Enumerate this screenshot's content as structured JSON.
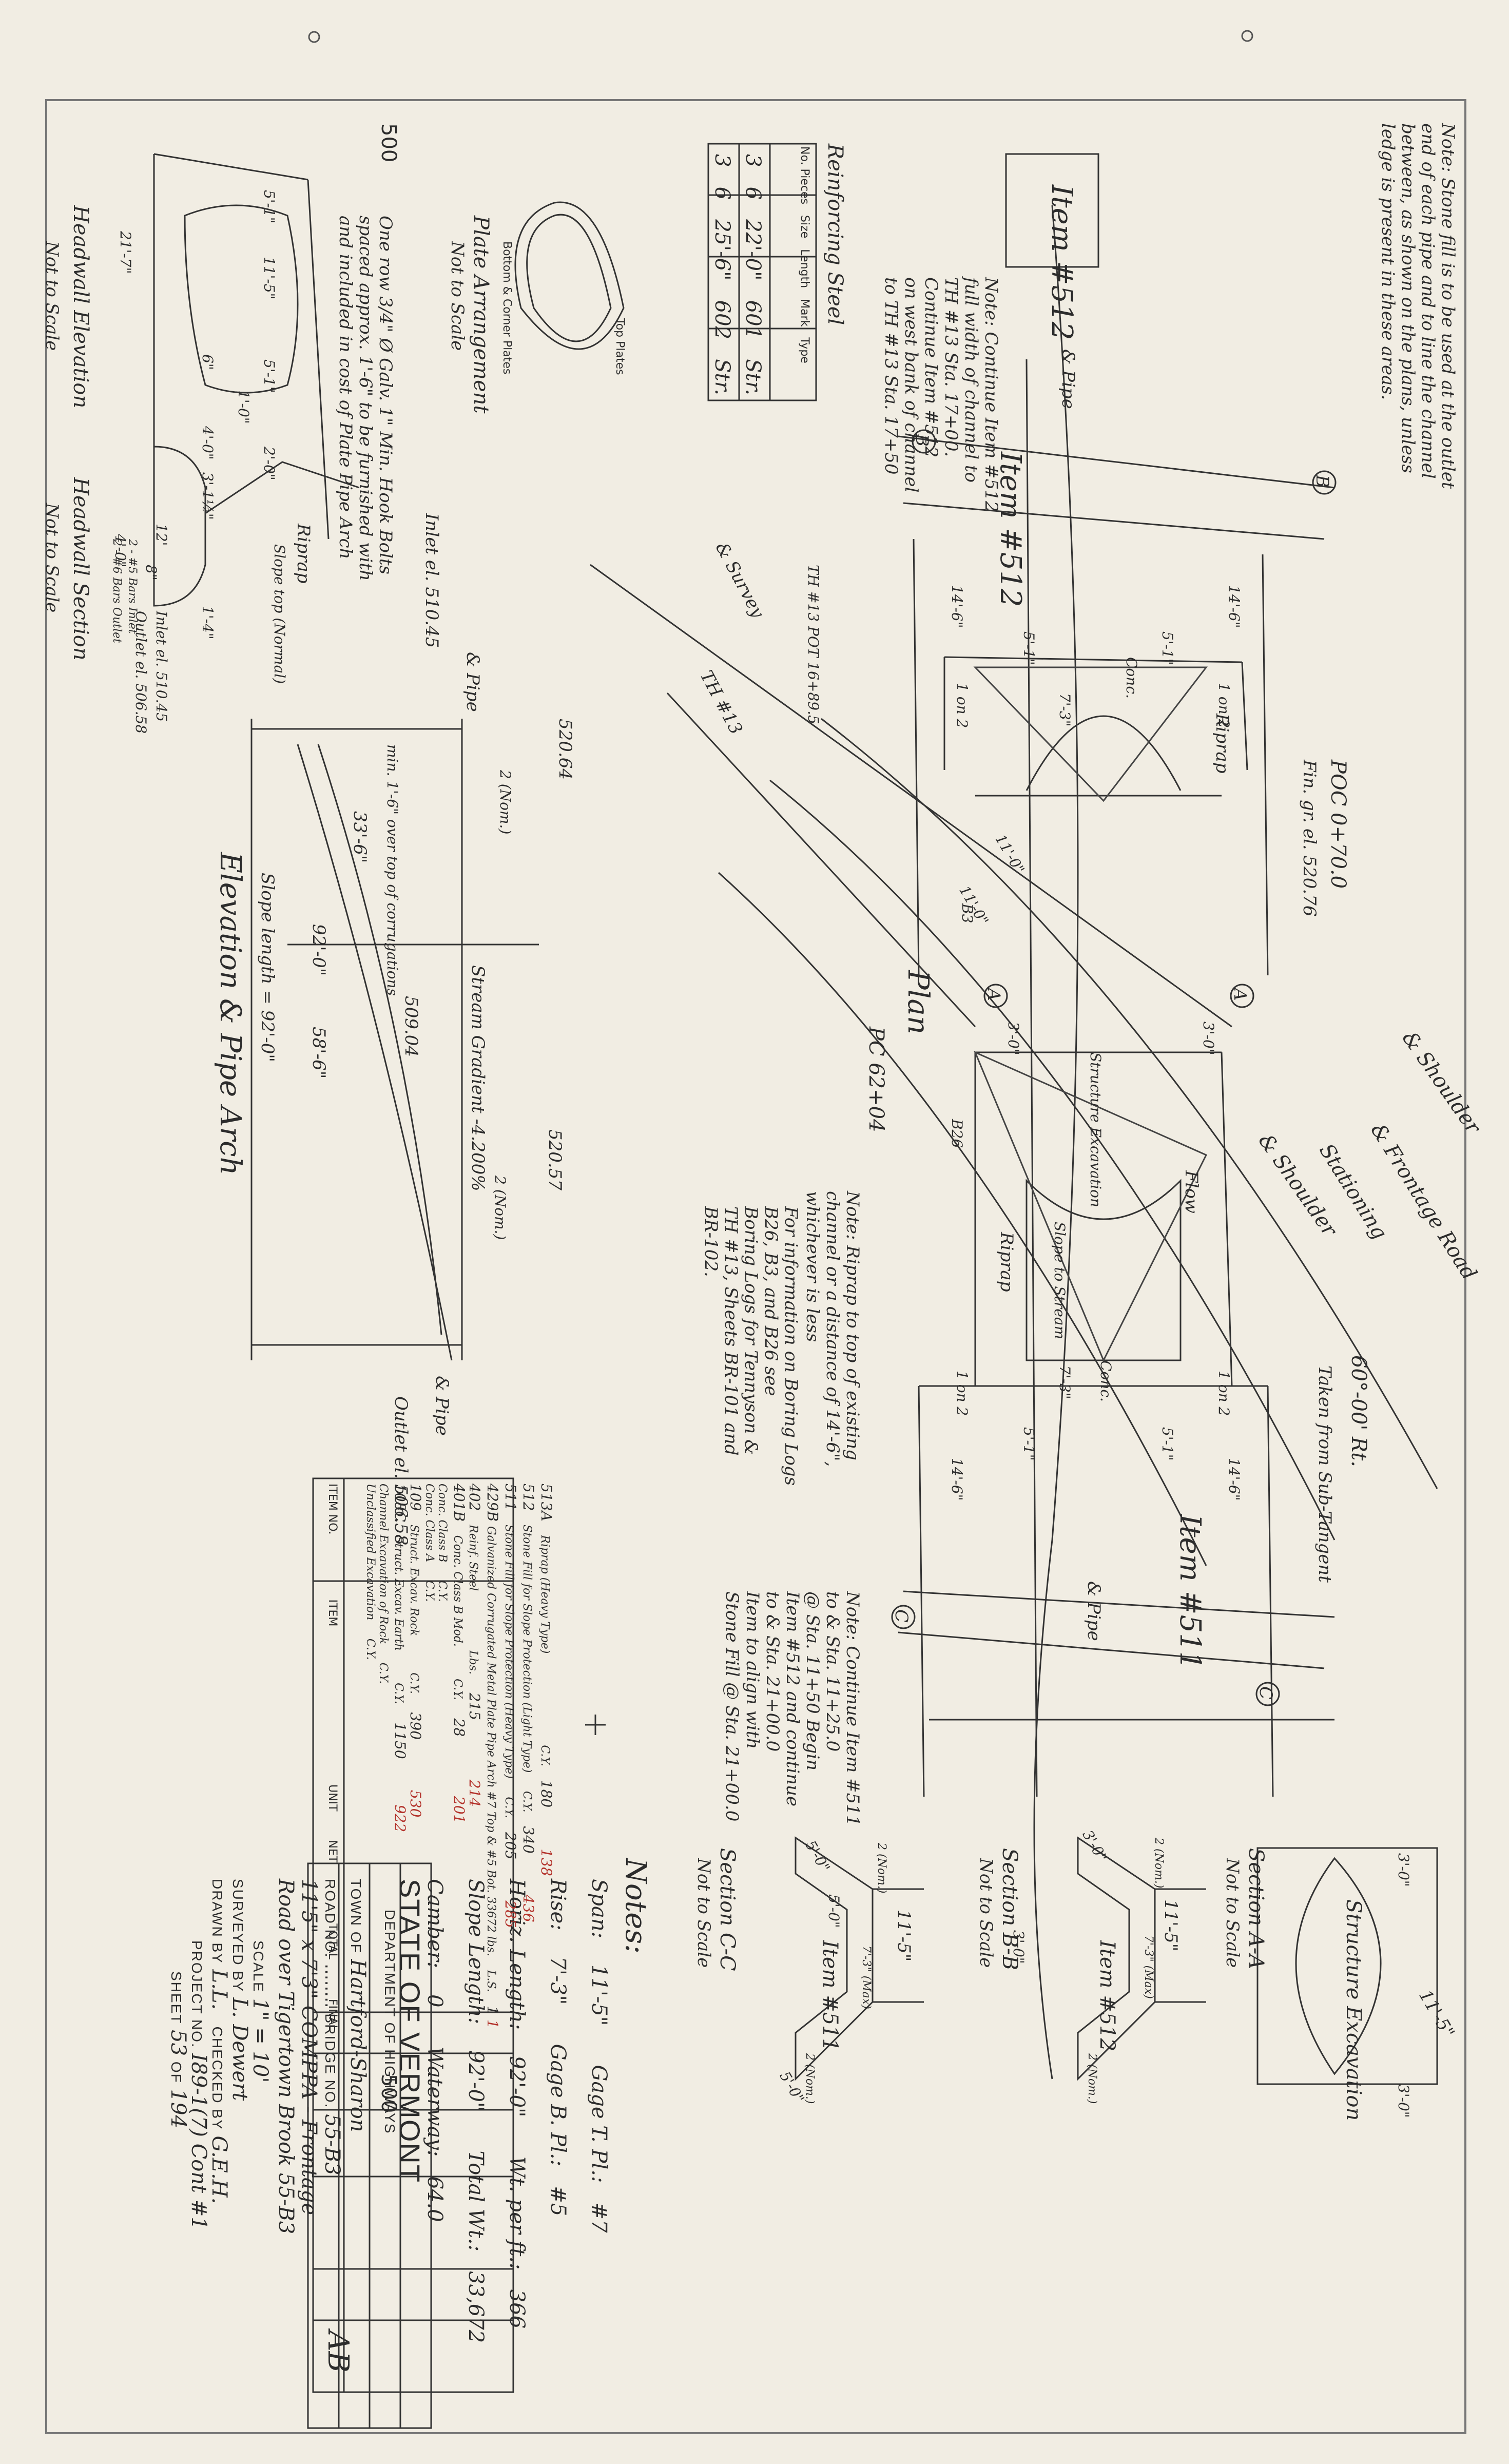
{
  "sheet": {
    "top_note": [
      "Note: Stone fill is to be used at the outlet",
      "end of each pipe and to line the channel",
      "between, as shown on the plans, unless",
      "ledge is present in these areas."
    ],
    "item_box": "Item #512",
    "item_512_note": [
      "Note: Continue Item #512",
      "full width of channel to",
      "TH #13 Sta. 17+00.",
      "Continue Item #512",
      "on west bank of channel",
      "to TH #13 Sta. 17+50"
    ],
    "page_num_left": "500",
    "page_num_right": "500",
    "rebar_table": {
      "title": "Reinforcing Steel",
      "headers": [
        "No. Pieces",
        "Size",
        "Length",
        "Mark",
        "Type"
      ],
      "rows": [
        [
          "3",
          "6",
          "22'-0\"",
          "601",
          "Str."
        ],
        [
          "3",
          "6",
          "25'-6\"",
          "602",
          "Str."
        ]
      ]
    },
    "plate_arrangement": {
      "title": "Plate Arrangement",
      "sub": "Not to Scale",
      "top_label": "Top Plates",
      "bottom_label": "Bottom & Corner Plates"
    },
    "bolts_note": [
      "One row 3/4\" Ø Galv. 1\" Min. Hook Bolts",
      "spaced approx. 1'-6\" to be furnished with",
      "and included in cost of Plate Pipe Arch"
    ],
    "headwall": {
      "elev_title": "Headwall Elevation",
      "elev_sub": "Not to Scale",
      "sect_title": "Headwall Section",
      "sect_sub": "Not to Scale",
      "dims": [
        "5'-1\"",
        "11'-5\"",
        "5'-1\"",
        "6\"",
        "1'-0\"",
        "21'-7\"",
        "4'-0\"",
        "3'-1½\"",
        "2'-0\"",
        "12'",
        "8\"",
        "4'-0\"",
        "1'-4\""
      ],
      "labels": [
        "Riprap",
        "Slope top (Normal)",
        "Inlet el. 510.45",
        "Outlet el. 506.58",
        "2 - #5 Bars Inlet",
        "2 - #6 Bars Outlet"
      ]
    },
    "elevation": {
      "title": "Elevation & Pipe Arch",
      "labels": [
        "Inlet el. 510.45",
        "& Pipe",
        "520.64",
        "2 (Nom.)",
        "min. 1'-6\" over top of corrugations",
        "33'-6\"",
        "92'-0\"",
        "Slope length = 92'-0\"",
        "509.04",
        "58'-6\"",
        "Stream Gradient -4.200%",
        "520.57",
        "2 (Nom.)",
        "& Pipe",
        "Outlet el. 506.58"
      ]
    },
    "plan": {
      "title": "Plan",
      "labels": [
        "B",
        "B",
        "A",
        "A",
        "C",
        "C",
        "Item #512",
        "Item #511",
        "& Pipe",
        "& Pipe",
        "& Survey",
        "TH #13",
        "TH #13 POT 16+89.5",
        "& Shoulder",
        "& Shoulder",
        "& Frontage Road",
        "Stationing",
        "POC 0+70.0",
        "Fin. gr. el. 520.76",
        "PC 62+04",
        "B3",
        "B26",
        "Structure Excavation",
        "Flow",
        "Riprap",
        "Riprap",
        "Slope to Stream",
        "Conc.",
        "Conc.",
        "1 on 2",
        "1 on 2",
        "1 on 2",
        "1 on 2",
        "14'-6\"",
        "14'-6\"",
        "14'-6\"",
        "14'-6\"",
        "5'-1\"",
        "5'-1\"",
        "5'-1\"",
        "5'-1\"",
        "3'-0\"",
        "3'-0\"",
        "7'-3\"",
        "7'-3\"",
        "11'-0\"",
        "11'-0\"",
        "60°-00' Rt.",
        "Taken from Sub-Tangent"
      ],
      "riprap_note": [
        "Note: Riprap to top of existing",
        "channel or a distance of 14'-6\",",
        "whichever is less"
      ],
      "boring_note": [
        "For information on Boring Logs",
        "B26, B3, and B26 see",
        "Boring Logs for Tennyson &",
        "TH #13, Sheets BR-101 and",
        "BR-102."
      ],
      "item_511_note": [
        "Note: Continue Item #511",
        "to & Sta. 11+25.0",
        "@ Sta. 11+50 Begin",
        "Item #512 and continue",
        "to & Sta. 21+00.0",
        "Item to align with",
        "Stone Fill @ Sta. 21+00.0"
      ]
    },
    "notes": {
      "title": "Notes:",
      "rows": [
        [
          "Span:",
          "11'-5\"",
          "Gage T. Pl.:",
          "#7"
        ],
        [
          "Rise:",
          "7'-3\"",
          "Gage B. Pl.:",
          "#5"
        ],
        [
          "Horiz. Length:",
          "92'-0\"",
          "Wt. per ft.:",
          "366"
        ],
        [
          "Slope Length:",
          "92'-0\"",
          "Total Wt.:",
          "33,672"
        ],
        [
          "Camber:",
          "0",
          "Waterway:",
          "64.0"
        ]
      ]
    },
    "sections": {
      "aa": {
        "title": "Section A-A",
        "sub": "Not to Scale",
        "labels": [
          "Structure Excavation",
          "11'-5\"",
          "3'-0\"",
          "3'-0\""
        ]
      },
      "bb": {
        "title": "Section B-B",
        "sub": "Not to Scale",
        "labels": [
          "Item #512",
          "11'-5\"",
          "2 (Nom.)",
          "3'-0\"",
          "7'-3\" (Max)",
          "2 (Nom.)",
          "3'-0\""
        ]
      },
      "cc": {
        "title": "Section C-C",
        "sub": "Not to Scale",
        "labels": [
          "Item #511",
          "11'-5\"",
          "2 (Nom.)",
          "5'-0\"",
          "7'-3\" (Max)",
          "5'-0\"",
          "2 (Nom.)",
          "5'-0\""
        ]
      }
    },
    "quantities": {
      "headers": [
        "ITEM NO.",
        "ITEM",
        "UNIT",
        "NET",
        "TOTAL",
        "FINAL"
      ],
      "final_mark": "AB",
      "rows": [
        [
          "",
          "Unclassified Excavation",
          "C.Y.",
          "",
          "",
          ""
        ],
        [
          "",
          "Channel Excavation of Rock",
          "C.Y.",
          "",
          "",
          ""
        ],
        [
          "108C",
          "Struct. Excav. Earth",
          "C.Y.",
          "1150",
          "",
          "922"
        ],
        [
          "109",
          "Struct. Excav. Rock",
          "C.Y.",
          "390",
          "",
          "530"
        ],
        [
          "",
          "Conc. Class A",
          "C.Y.",
          "",
          "",
          ""
        ],
        [
          "",
          "Conc. Class B",
          "C.Y.",
          "",
          "",
          ""
        ],
        [
          "401B",
          "Conc. Class B Mod.",
          "C.Y.",
          "28",
          "",
          "201"
        ],
        [
          "402",
          "Reinf. Steel",
          "Lbs.",
          "215",
          "",
          "214"
        ],
        [
          "429B",
          "Galvanized Corrugated Metal Plate Pipe Arch #7 Top & #5 Bot. 33672 lbs.",
          "L.S.",
          "1",
          "",
          "1"
        ],
        [
          "511",
          "Stone Fill for Slope Protection (Heavy Type)",
          "C.Y.",
          "205",
          "",
          "285"
        ],
        [
          "512",
          "Stone Fill for Slope Protection (Light Type)",
          "C.Y.",
          "340",
          "",
          "436"
        ],
        [
          "513A",
          "Riprap (Heavy Type)",
          "C.Y.",
          "180",
          "",
          "138"
        ]
      ]
    },
    "title_block": {
      "state": "STATE OF VERMONT",
      "dept": "DEPARTMENT OF HIGHWAYS",
      "town_label": "TOWN OF",
      "town": "Hartford-Sharon",
      "road_label": "ROAD NO.",
      "bridge_label": "BRIDGE NO.",
      "bridge": "55-B3",
      "desc1": "11'5\" x 7'3\" COMPPA - Frontage",
      "desc2": "Road over Tigertown Brook 55-B3",
      "scale_label": "SCALE",
      "scale": "1\" = 10'",
      "surveyed_label": "SURVEYED BY",
      "surveyed": "L. Dewert",
      "drawn_label": "DRAWN BY",
      "drawn": "L.L.",
      "checked_label": "CHECKED BY",
      "checked": "G.E.H.",
      "project_label": "PROJECT NO.",
      "project": "I89-1(7) Cont #1",
      "sheet_label": "SHEET",
      "sheet": "53",
      "of_label": "OF",
      "of": "194"
    }
  }
}
